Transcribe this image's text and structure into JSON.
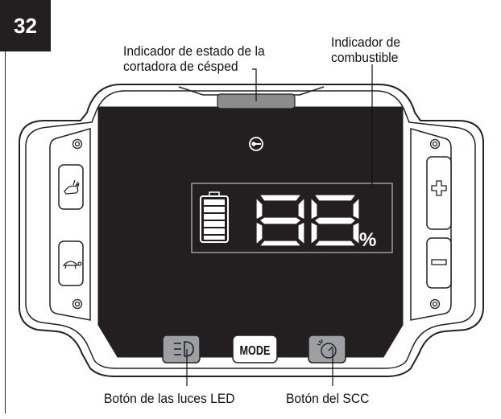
{
  "figure": {
    "number": "32"
  },
  "callouts": {
    "mower_status": [
      "Indicador de estado de la",
      "cortadora de césped"
    ],
    "fuel": [
      "Indicador de",
      "combustible"
    ],
    "led_button": "Botón de las luces LED",
    "scc_button": "Botón del SCC"
  },
  "display": {
    "mode_label": "MODE",
    "percent_sign": "%",
    "digits": "88"
  },
  "icons": {
    "left_top": "rabbit-fast-speed-icon",
    "left_bottom": "turtle-slow-speed-icon",
    "right_top": "plus-icon",
    "right_bottom": "minus-icon",
    "key": "key-icon",
    "fuel_gauge": "fuel-gauge-icon",
    "led": "headlight-icon",
    "scc": "speed-control-icon"
  },
  "colors": {
    "screen": "#231f20",
    "bezel_stroke": "#222222",
    "button_fill": "#9d9fa2",
    "segment": "#ffffff",
    "status_bar": "#8a8c8e"
  }
}
